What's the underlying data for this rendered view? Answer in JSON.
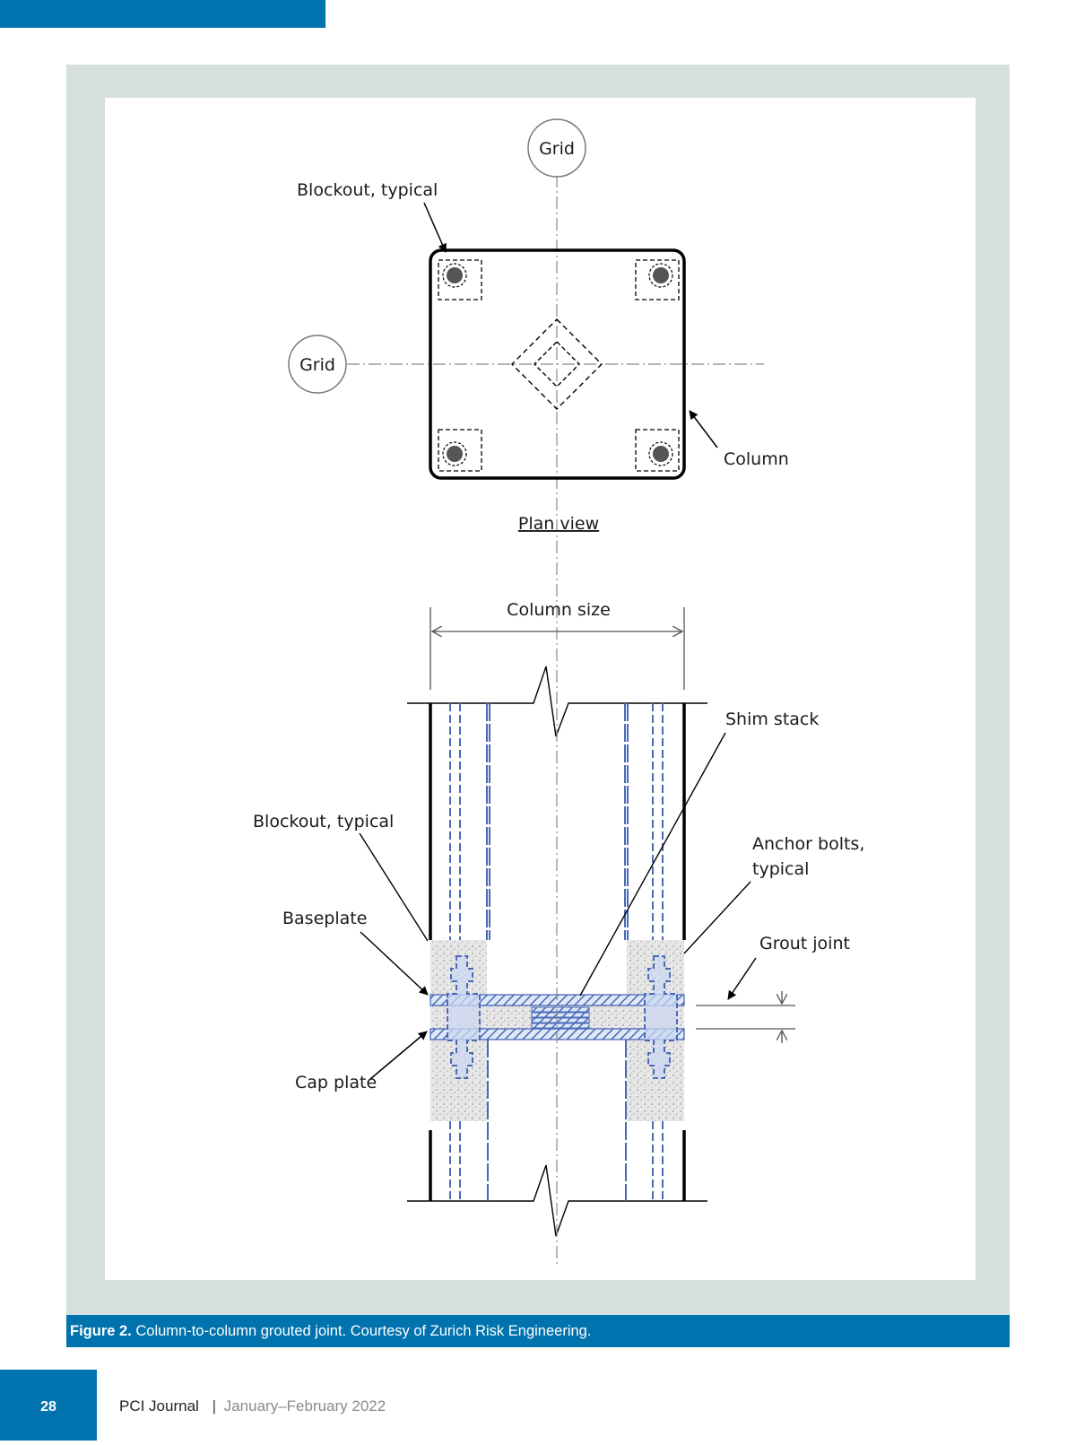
{
  "figure": {
    "plan": {
      "grid_top": "Grid",
      "grid_left": "Grid",
      "blockout_label": "Blockout, typical",
      "column_label": "Column",
      "caption": "Plan view"
    },
    "elevation": {
      "column_size": "Column size",
      "shim_stack": "Shim stack",
      "blockout_label": "Blockout, typical",
      "anchor_bolts_line1": "Anchor bolts,",
      "anchor_bolts_line2": "typical",
      "baseplate": "Baseplate",
      "grout_joint": "Grout joint",
      "cap_plate": "Cap plate"
    },
    "caption_label": "Figure 2.",
    "caption_text": "Column-to-column grouted joint. Courtesy of Zurich Risk Engineering."
  },
  "footer": {
    "page_number": "28",
    "journal": "PCI Journal",
    "separator": "|",
    "date": "January–February 2022"
  },
  "colors": {
    "brand_blue": "#0073ae",
    "panel_gray": "#d5dfde",
    "rebar_blue": "#4a6ab8"
  }
}
